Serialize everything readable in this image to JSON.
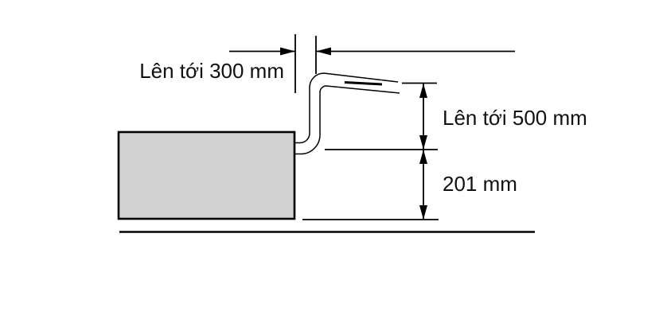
{
  "diagram": {
    "labels": {
      "dim_300": "Lên tới 300 mm",
      "dim_500": "Lên tới 500 mm",
      "dim_201": "201 mm"
    },
    "colors": {
      "line": "#000000",
      "text": "#111111",
      "appliance_fill": "#d2d2d2",
      "background": "#ffffff"
    }
  }
}
